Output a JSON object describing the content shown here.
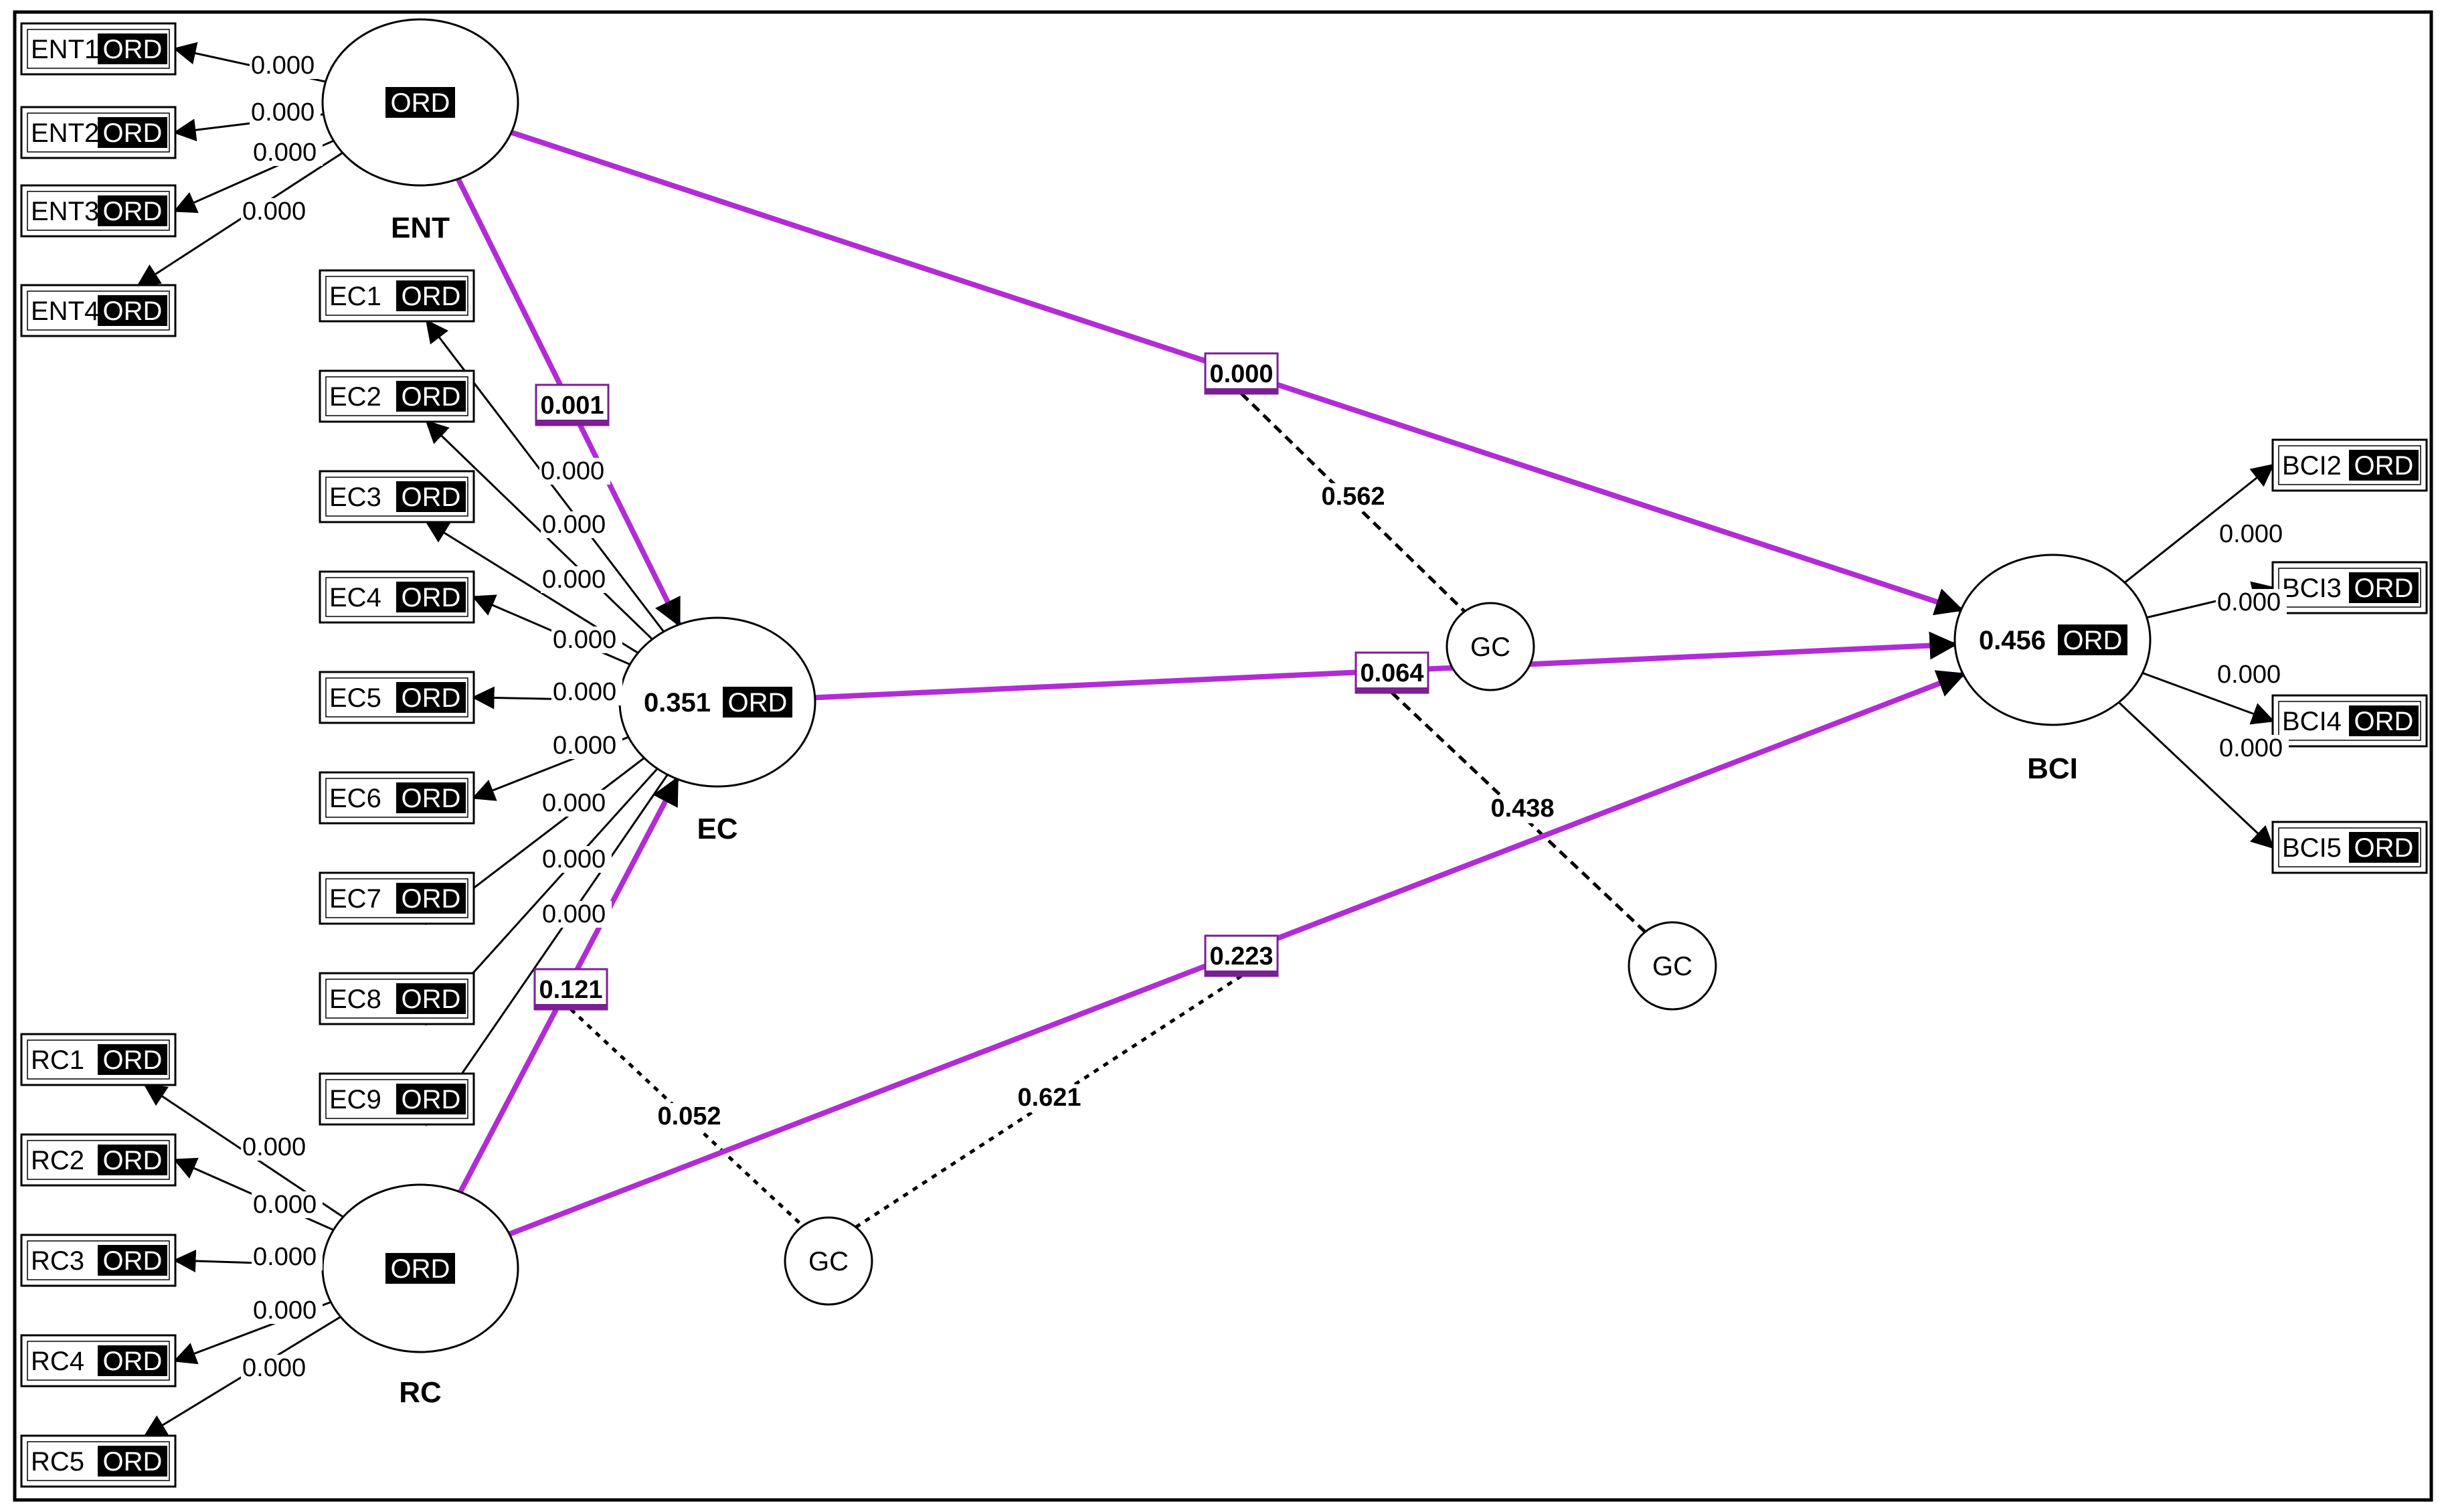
{
  "ord_tag": "ORD",
  "latent": {
    "ENT": {
      "name": "ENT",
      "r2": ""
    },
    "EC": {
      "name": "EC",
      "r2": "0.351"
    },
    "RC": {
      "name": "RC",
      "r2": ""
    },
    "BCI": {
      "name": "BCI",
      "r2": "0.456"
    }
  },
  "moderators": [
    {
      "id": "gc1",
      "label": "GC"
    },
    {
      "id": "gc2",
      "label": "GC"
    },
    {
      "id": "gc3",
      "label": "GC"
    }
  ],
  "indicators": {
    "ENT": [
      {
        "label": "ENT1",
        "loading": "0.000"
      },
      {
        "label": "ENT2",
        "loading": "0.000"
      },
      {
        "label": "ENT3",
        "loading": "0.000"
      },
      {
        "label": "ENT4",
        "loading": "0.000"
      }
    ],
    "EC": [
      {
        "label": "EC1",
        "loading": "0.000"
      },
      {
        "label": "EC2",
        "loading": "0.000"
      },
      {
        "label": "EC3",
        "loading": "0.000"
      },
      {
        "label": "EC4",
        "loading": "0.000"
      },
      {
        "label": "EC5",
        "loading": "0.000"
      },
      {
        "label": "EC6",
        "loading": "0.000"
      },
      {
        "label": "EC7",
        "loading": "0.000"
      },
      {
        "label": "EC8",
        "loading": "0.000"
      },
      {
        "label": "EC9",
        "loading": "0.000"
      }
    ],
    "RC": [
      {
        "label": "RC1",
        "loading": "0.000"
      },
      {
        "label": "RC2",
        "loading": "0.000"
      },
      {
        "label": "RC3",
        "loading": "0.000"
      },
      {
        "label": "RC4",
        "loading": "0.000"
      },
      {
        "label": "RC5",
        "loading": "0.000"
      }
    ],
    "BCI": [
      {
        "label": "BCI2",
        "loading": "0.000"
      },
      {
        "label": "BCI3",
        "loading": "0.000"
      },
      {
        "label": "BCI4",
        "loading": "0.000"
      },
      {
        "label": "BCI5",
        "loading": "0.000"
      }
    ]
  },
  "paths": [
    {
      "id": "ent_ec",
      "from": "ENT",
      "to": "EC",
      "value": "0.001"
    },
    {
      "id": "ent_bci",
      "from": "ENT",
      "to": "BCI",
      "value": "0.000"
    },
    {
      "id": "ec_bci",
      "from": "EC",
      "to": "BCI",
      "value": "0.064"
    },
    {
      "id": "rc_ec",
      "from": "RC",
      "to": "EC",
      "value": "0.121"
    },
    {
      "id": "rc_bci",
      "from": "RC",
      "to": "BCI",
      "value": "0.223"
    }
  ],
  "moderation_links": [
    {
      "id": "m1",
      "value": "0.562"
    },
    {
      "id": "m2",
      "value": "0.438"
    },
    {
      "id": "m3",
      "value": "0.052"
    },
    {
      "id": "m4",
      "value": "0.621"
    }
  ],
  "colors": {
    "structural_path": "#b22cd6",
    "path_badge_border": "#7a1f94",
    "moderation_link": "#000000",
    "ord_tag_bg": "#000000",
    "ord_tag_text": "#ffffff"
  }
}
